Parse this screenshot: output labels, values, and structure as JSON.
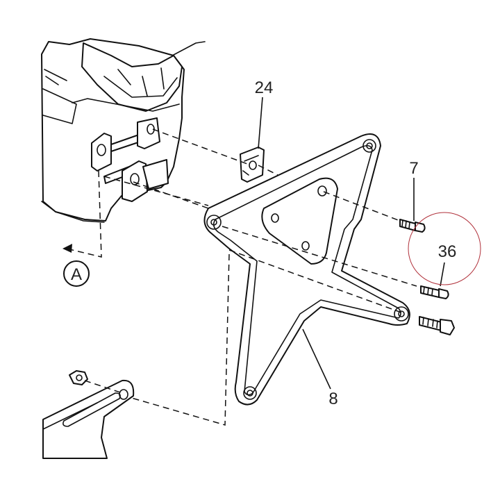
{
  "callouts": {
    "part_24": "24",
    "part_7": "7",
    "part_36": "36",
    "part_8": "8",
    "view_a": "A"
  },
  "colors": {
    "line": "#111111",
    "highlight_circle": "#b0303a",
    "background": "#ffffff"
  }
}
